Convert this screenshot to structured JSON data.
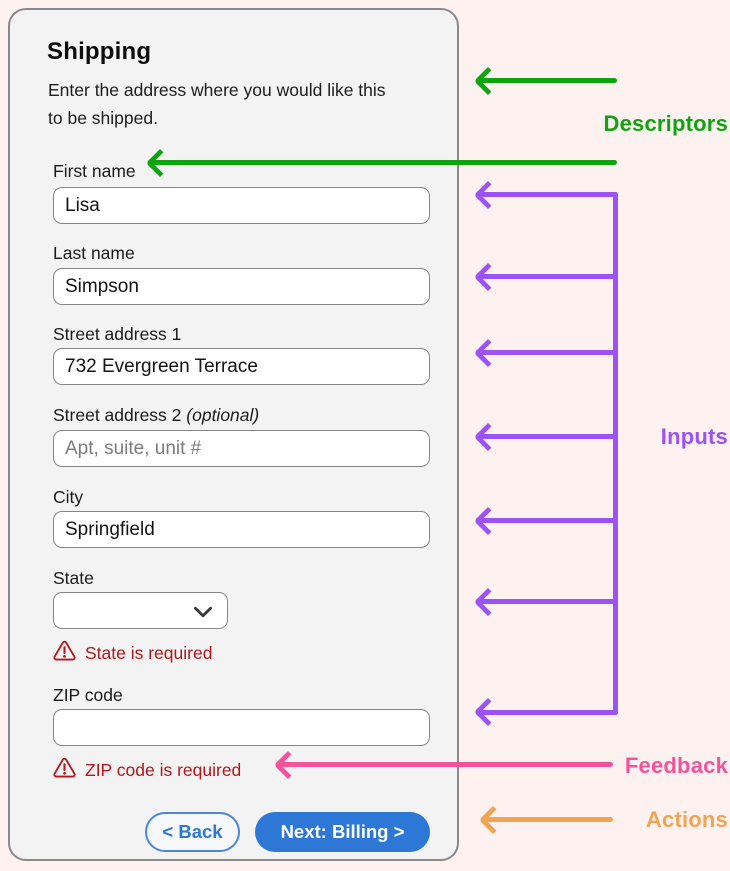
{
  "colors": {
    "green": "#10a310",
    "purple": "#9c52f4",
    "pink": "#f4539c",
    "orange": "#f2a452",
    "blue": "#2d78d6",
    "red": "#b3161b"
  },
  "card": {
    "title": "Shipping",
    "description": "Enter the address where you would like this to be shipped.",
    "fields": [
      {
        "label": "First name",
        "value": "Lisa"
      },
      {
        "label": "Last name",
        "value": "Simpson"
      },
      {
        "label": "Street address 1",
        "value": "732 Evergreen Terrace"
      },
      {
        "label": "Street address 2",
        "optional_note": "(optional)",
        "value": "",
        "placeholder": "Apt, suite, unit #"
      },
      {
        "label": "City",
        "value": "Springfield"
      },
      {
        "label": "State",
        "value": ""
      },
      {
        "label": "ZIP code",
        "value": "",
        "placeholder": ""
      }
    ],
    "errors": [
      {
        "text": "State is required"
      },
      {
        "text": "ZIP code is required"
      }
    ],
    "buttons": {
      "back": "< Back",
      "next": "Next: Billing >"
    }
  },
  "annotations": {
    "descriptors": "Descriptors",
    "inputs": "Inputs",
    "feedback": "Feedback",
    "actions": "Actions"
  },
  "icons": {
    "state_dropdown": "chevron-down-icon",
    "error": "warning-triangle-icon"
  }
}
